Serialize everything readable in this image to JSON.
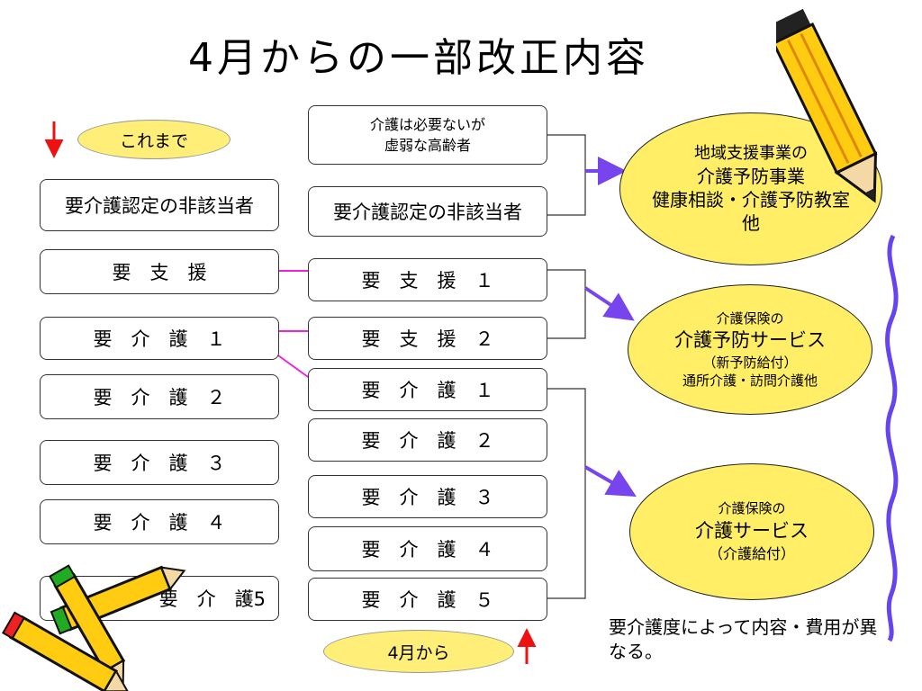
{
  "title": "4月からの一部改正内容",
  "labels": {
    "before": "これまで",
    "after": "4月から"
  },
  "left_column": [
    "要介護認定の非該当者",
    "要　支　援",
    "要　介　護　１",
    "要　介　護　２",
    "要　介　護　３",
    "要　介　護　４",
    "要　介　護5"
  ],
  "right_column": {
    "frail_elderly": {
      "line1": "介護は必要ないが",
      "line2": "虚弱な高齢者"
    },
    "items": [
      "要介護認定の非該当者",
      "要　支　援　１",
      "要　支　援　２",
      "要　介　護　１",
      "要　介　護　２",
      "要　介　護　３",
      "要　介　護　４",
      "要　介　護　５"
    ]
  },
  "services": {
    "community": {
      "line1": "地域支援事業の",
      "line2": "介護予防事業",
      "line3": "健康相談・介護予防教室",
      "line4": "他"
    },
    "preventive": {
      "line1": "介護保険の",
      "line2": "介護予防サービス",
      "line3": "（新予防給付）",
      "line4": "通所介護・訪問介護他"
    },
    "care": {
      "line1": "介護保険の",
      "line2": "介護サービス",
      "line3": "（介護給付）"
    }
  },
  "note": "要介護度によって内容・費用が異なる。",
  "colors": {
    "highlight": "#ffee66",
    "connector_arrow": "#7744ee",
    "mapping_arrow": "#ee22dd",
    "down_up_arrow": "#ee1111"
  }
}
